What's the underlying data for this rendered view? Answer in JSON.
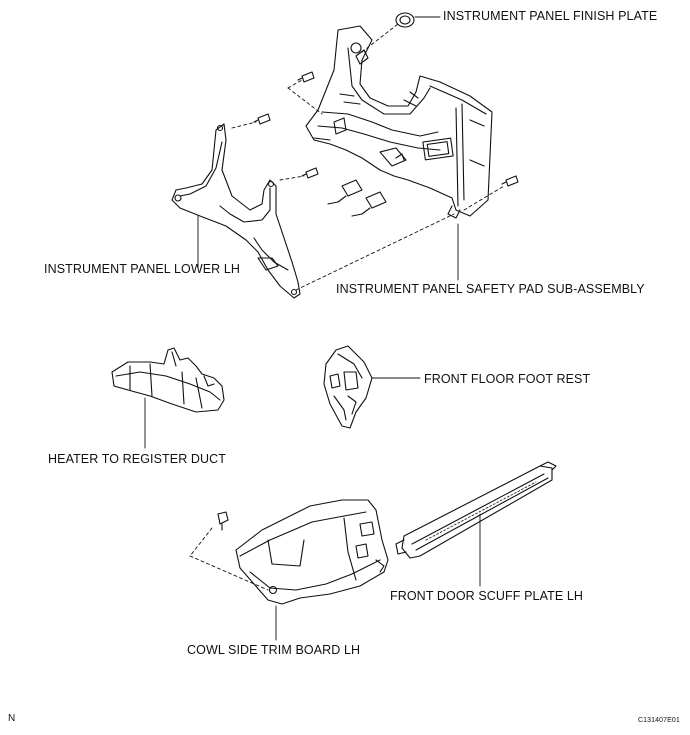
{
  "labels": {
    "finish_plate": "INSTRUMENT PANEL FINISH PLATE",
    "lower_lh": "INSTRUMENT PANEL LOWER LH",
    "safety_pad": "INSTRUMENT PANEL SAFETY PAD SUB-ASSEMBLY",
    "foot_rest": "FRONT FLOOR FOOT REST",
    "heater_duct": "HEATER TO REGISTER DUCT",
    "scuff_plate": "FRONT DOOR SCUFF PLATE LH",
    "cowl_side": "COWL SIDE TRIM BOARD LH"
  },
  "corner_mark": "N",
  "figure_code": "C131407E01"
}
